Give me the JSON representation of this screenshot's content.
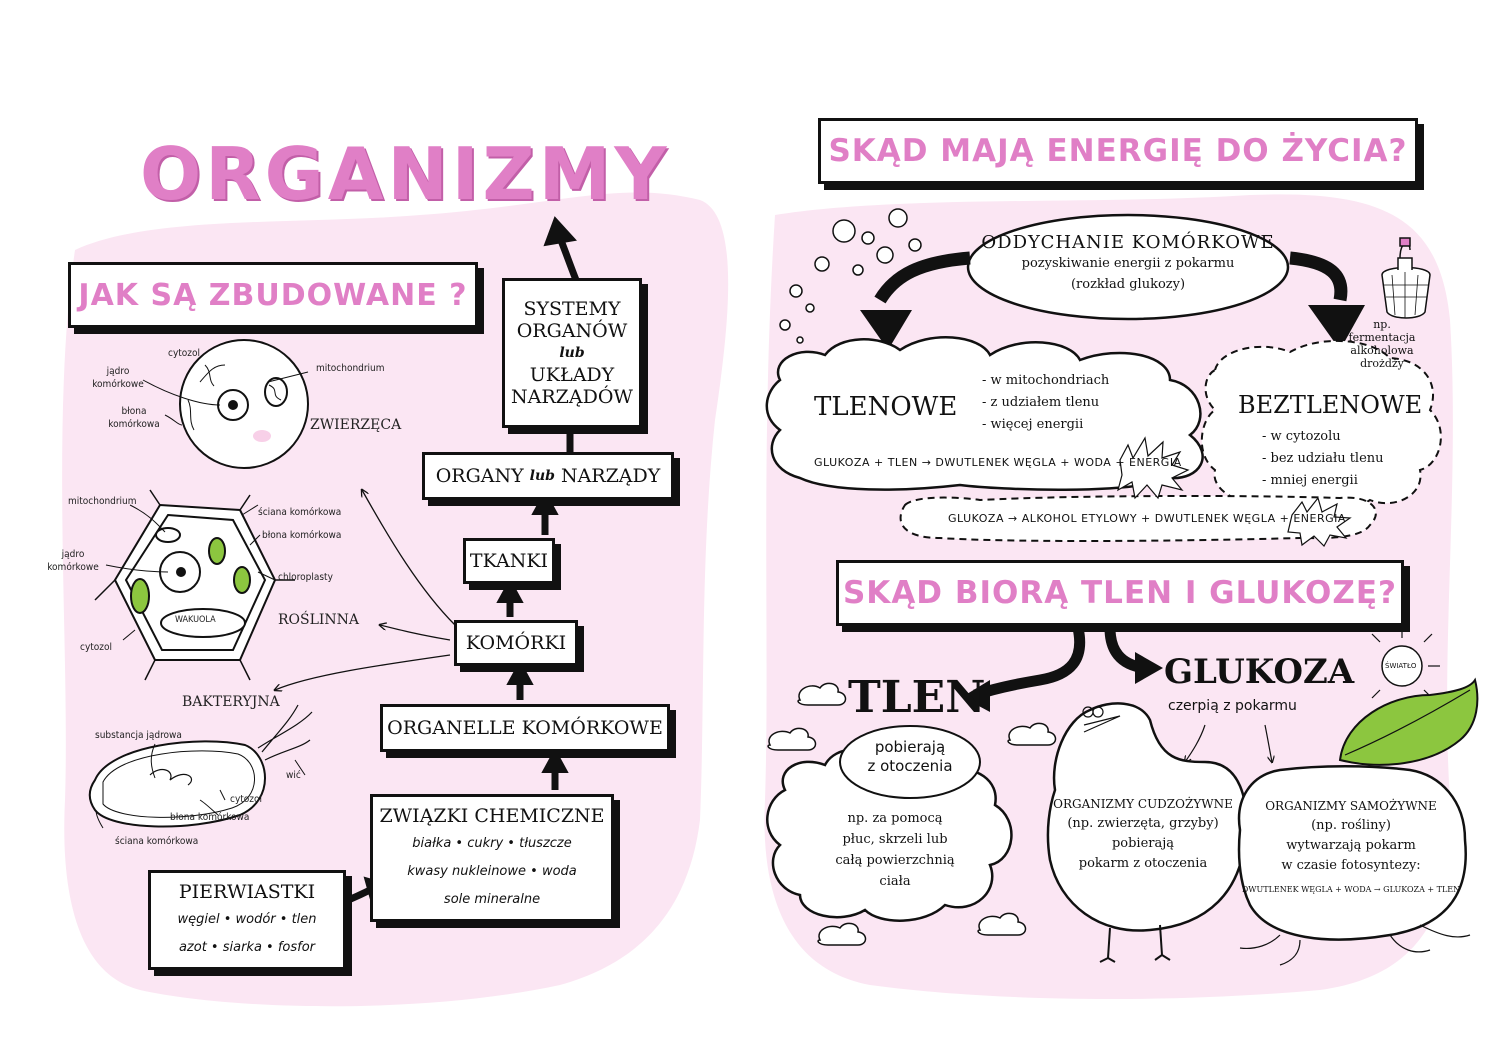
{
  "title": "ORGANIZMY",
  "left_heading": "JAK SĄ ZBUDOWANE ?",
  "hierarchy": {
    "systemy": [
      "SYSTEMY",
      "ORGANÓW",
      "lub",
      "UKŁADY",
      "NARZĄDÓW"
    ],
    "organy": {
      "a": "ORGANY",
      "lub": "lub",
      "b": "NARZĄDY"
    },
    "tkanki": "TKANKI",
    "komorki": "KOMÓRKI",
    "organelle": "ORGANELLE KOMÓRKOWE",
    "zwiazki": {
      "title": "ZWIĄZKI CHEMICZNE",
      "l1": "białka • cukry • tłuszcze",
      "l2": "kwasy nukleinowe • woda",
      "l3": "sole mineralne"
    },
    "pierwiastki": {
      "title": "PIERWIASTKI",
      "l1": "węgiel • wodór • tlen",
      "l2": "azot • siarka • fosfor"
    }
  },
  "cells": {
    "animal": {
      "name": "ZWIERZĘCA",
      "cytozol": "cytozol",
      "jadro": "jądro komórkowe",
      "mito": "mitochondrium",
      "blona": "błona komórkowa"
    },
    "plant": {
      "name": "ROŚLINNA",
      "mito": "mitochondrium",
      "sciana": "ściana komórkowa",
      "blona": "błona komórkowa",
      "jadro": "jądro komórkowe",
      "chloro": "chloroplasty",
      "wakuola": "WAKUOLA",
      "cytozol": "cytozol"
    },
    "bacteria": {
      "name": "BAKTERYJNA",
      "subst": "substancja jądrowa",
      "wic": "wić",
      "cytozol": "cytozol",
      "blona": "błona komórkowa",
      "sciana": "ściana komórkowa"
    }
  },
  "energy": {
    "heading": "SKĄD MAJĄ ENERGIĘ DO ŻYCIA?",
    "oddychanie": {
      "title": "ODDYCHANIE KOMÓRKOWE",
      "l1": "pozyskiwanie energii z pokarmu",
      "l2": "(rozkład glukozy)"
    },
    "tlenowe": {
      "title": "TLENOWE",
      "b1": "- w mitochondriach",
      "b2": "- z udziałem tlenu",
      "b3": "- więcej energii",
      "eq": "GLUKOZA + TLEN → DWUTLENEK WĘGLA + WODA + ENERGIA"
    },
    "beztlenowe": {
      "title": "BEZTLENOWE",
      "b1": "- w cytozolu",
      "b2": "- bez udziału tlenu",
      "b3": "- mniej energii",
      "eq": "GLUKOZA → ALKOHOL ETYLOWY + DWUTLENEK WĘGLA + ENERGIA"
    },
    "np": {
      "l1": "np.",
      "l2": "fermentacja",
      "l3": "alkoholowa",
      "l4": "drożdży"
    }
  },
  "oxygen": {
    "heading": "SKĄD BIORĄ TLEN I GLUKOZĘ?",
    "tlen": {
      "title": "TLEN",
      "sub1": "pobierają",
      "sub2": "z otoczenia",
      "l1": "np. za pomocą",
      "l2": "płuc, skrzeli lub",
      "l3": "całą powierzchnią",
      "l4": "ciała"
    },
    "glukoza": {
      "title": "GLUKOZA",
      "sub": "czerpią z pokarmu"
    },
    "swiatlo": "ŚWIATŁO",
    "cudzo": {
      "l1": "ORGANIZMY CUDZOŻYWNE",
      "l2": "(np. zwierzęta, grzyby)",
      "l3": "pobierają",
      "l4": "pokarm z otoczenia"
    },
    "samo": {
      "l1": "ORGANIZMY SAMOŻYWNE",
      "l2": "(np. rośliny)",
      "l3": "wytwarzają pokarm",
      "l4": "w czasie fotosyntezy:",
      "eq": "DWUTLENEK WĘGLA + WODA → GLUKOZA + TLEN"
    }
  },
  "colors": {
    "pink": "#e07fc6",
    "pinkbg": "#fbe6f3",
    "green": "#8cc63f"
  }
}
